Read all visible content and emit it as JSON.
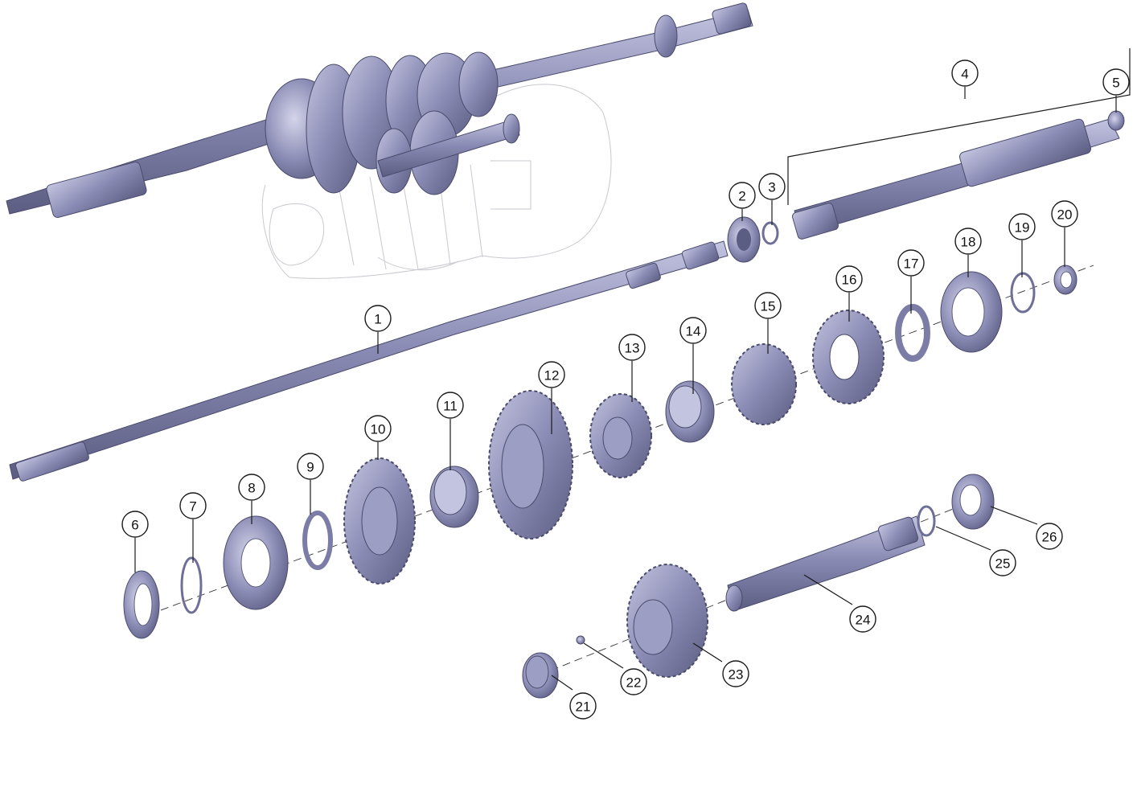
{
  "diagram": {
    "type": "exploded-parts-view",
    "colors": {
      "part_fill": "#8a8bb4",
      "part_shadow": "#6e6f96",
      "part_highlight": "#c3c4e0",
      "ghost_outline": "#c9c9d0",
      "callout_stroke": "#1a1a1a"
    },
    "callouts": [
      {
        "number": "1"
      },
      {
        "number": "2"
      },
      {
        "number": "3"
      },
      {
        "number": "4"
      },
      {
        "number": "5"
      },
      {
        "number": "6"
      },
      {
        "number": "7"
      },
      {
        "number": "8"
      },
      {
        "number": "9"
      },
      {
        "number": "10"
      },
      {
        "number": "11"
      },
      {
        "number": "12"
      },
      {
        "number": "13"
      },
      {
        "number": "14"
      },
      {
        "number": "15"
      },
      {
        "number": "16"
      },
      {
        "number": "17"
      },
      {
        "number": "18"
      },
      {
        "number": "19"
      },
      {
        "number": "20"
      },
      {
        "number": "21"
      },
      {
        "number": "22"
      },
      {
        "number": "23"
      },
      {
        "number": "24"
      },
      {
        "number": "25"
      },
      {
        "number": "26"
      }
    ]
  }
}
